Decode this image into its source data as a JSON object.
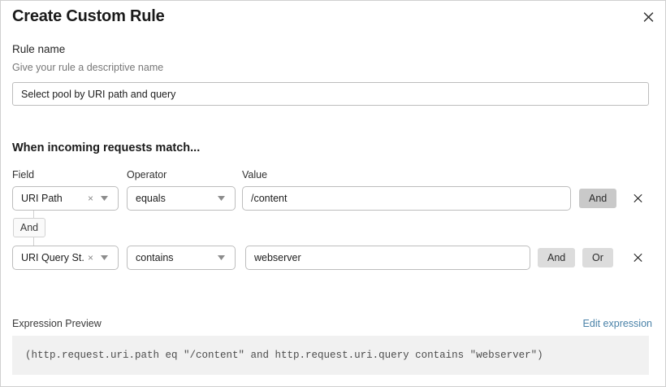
{
  "modal": {
    "title": "Create Custom Rule",
    "close_icon": "close-icon"
  },
  "rule_name": {
    "label": "Rule name",
    "sublabel": "Give your rule a descriptive name",
    "value": "Select pool by URI path and query",
    "placeholder": "Select pool by URI path and query"
  },
  "conditions": {
    "heading": "When incoming requests match...",
    "columns": {
      "field": "Field",
      "operator": "Operator",
      "value": "Value"
    },
    "connector": {
      "label": "And"
    },
    "rows": [
      {
        "field": "URI Path",
        "operator": "equals",
        "value": "/content",
        "clear_icon": "×",
        "caret_icon": "chevron-down-icon",
        "buttons": [
          "And"
        ],
        "delete_icon": "close-icon"
      },
      {
        "field": "URI Query St...",
        "operator": "contains",
        "value": "webserver",
        "clear_icon": "×",
        "caret_icon": "chevron-down-icon",
        "buttons": [
          "And",
          "Or"
        ],
        "delete_icon": "close-icon"
      }
    ]
  },
  "expression": {
    "label": "Expression Preview",
    "edit_link": "Edit expression",
    "code": "(http.request.uri.path eq \"/content\" and http.request.uri.query contains \"webserver\")"
  },
  "colors": {
    "link": "#4a82a8",
    "button_active": "#c9c9c9",
    "button_idle": "#dcdcdc",
    "code_bg": "#f1f1f1",
    "border": "#bdbdbd"
  }
}
